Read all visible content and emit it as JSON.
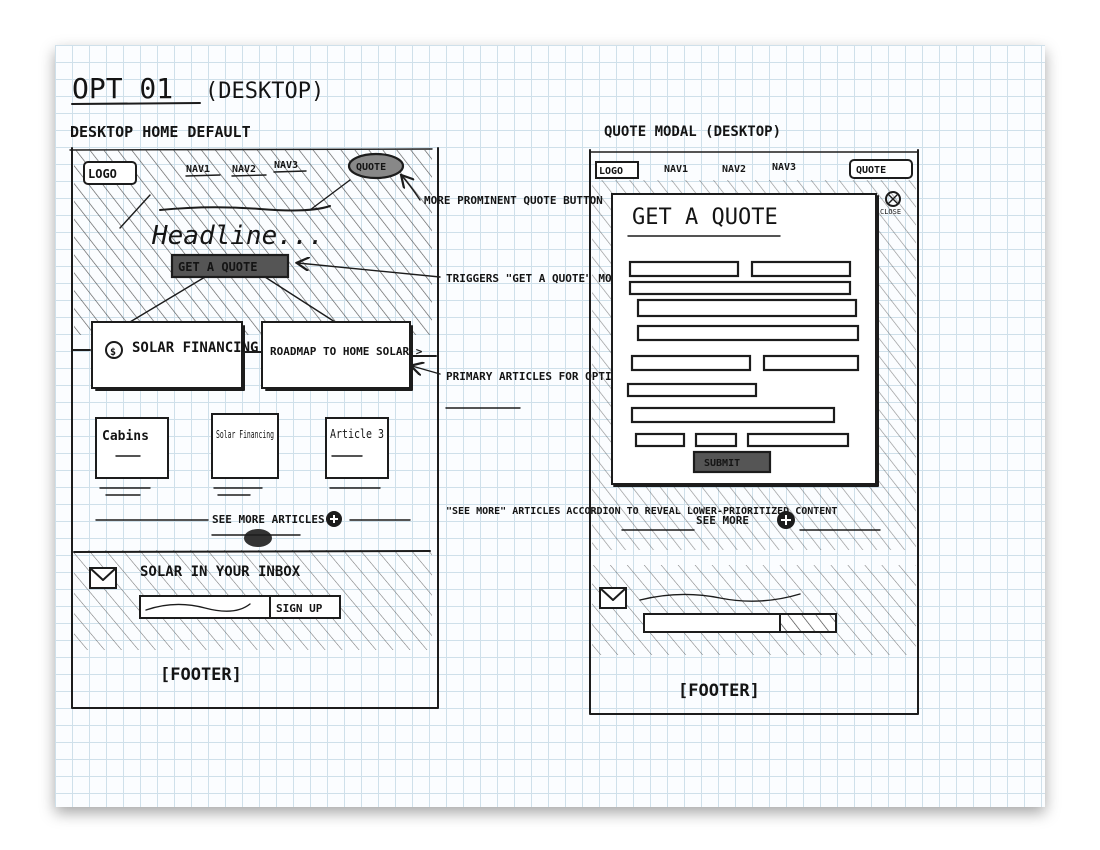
{
  "page": {
    "title": "OPT 01",
    "title_suffix": "(DESKTOP)"
  },
  "left": {
    "label": "DESKTOP HOME DEFAULT",
    "nav": {
      "logo": "LOGO",
      "items": [
        "NAV1",
        "NAV2",
        "NAV3"
      ],
      "quote": "QUOTE"
    },
    "headline": "Headline...",
    "cta": "GET A QUOTE",
    "primary_articles": [
      "SOLAR FINANCING >",
      "ROADMAP TO HOME SOLAR >"
    ],
    "primary_article_icon": "$",
    "articles": [
      "Cabins",
      "Solar Financing",
      "Article 3"
    ],
    "see_more": "SEE MORE ARTICLES",
    "newsletter": "SOLAR IN YOUR INBOX",
    "signup": "SIGN UP",
    "footer": "[FOOTER]"
  },
  "annotations": {
    "quote_button": "MORE PROMINENT QUOTE BUTTON",
    "triggers": "TRIGGERS \"GET A QUOTE\" MODAL FORM",
    "primary": "PRIMARY ARTICLES FOR OPTIMIZATION",
    "see_more": "\"SEE MORE\" ARTICLES ACCORDION TO REVEAL LOWER-PRIORITIZED CONTENT"
  },
  "right": {
    "label": "QUOTE MODAL (DESKTOP)",
    "nav": {
      "logo": "LOGO",
      "items": [
        "NAV1",
        "NAV2",
        "NAV3"
      ],
      "quote": "QUOTE"
    },
    "close": "CLOSE",
    "modal_title": "GET A QUOTE",
    "submit": "SUBMIT",
    "see_more": "SEE MORE",
    "footer": "[FOOTER]"
  },
  "icons": [
    "envelope-icon",
    "plus-circle-icon",
    "close-icon",
    "dollar-icon",
    "arrow-icon"
  ],
  "colors": {
    "ink": "#1c1c1c",
    "grid": "#cfe0ea",
    "paper": "#fbfdff"
  }
}
